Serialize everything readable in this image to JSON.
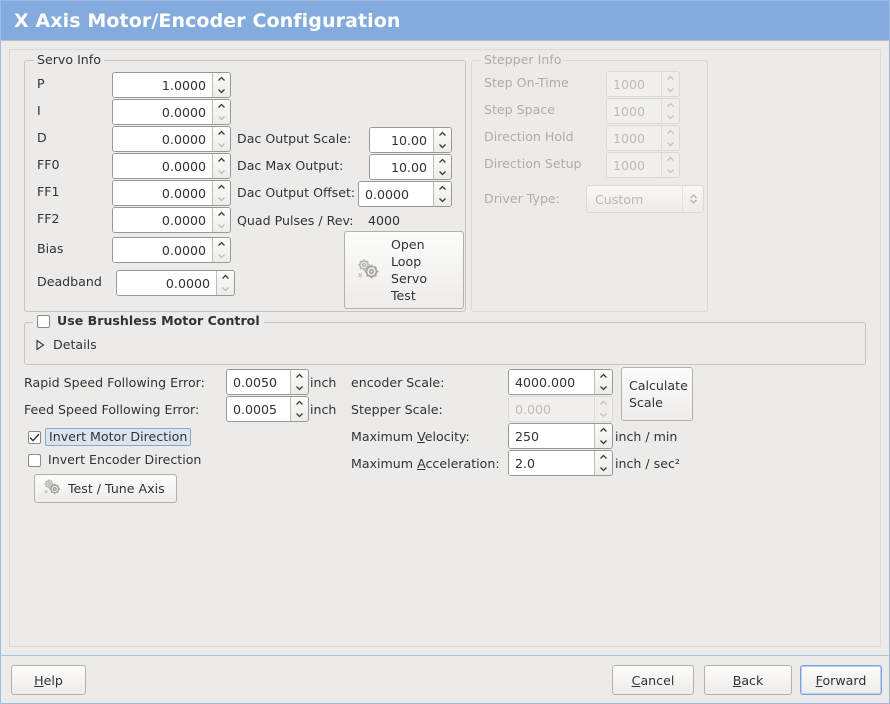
{
  "window": {
    "title": "X Axis Motor/Encoder Configuration",
    "title_bar_color": "#83abdd",
    "background_color": "#edebe9"
  },
  "servo_info": {
    "legend": "Servo Info",
    "rows": [
      {
        "label": "P",
        "value": "1.0000"
      },
      {
        "label": "I",
        "value": "0.0000"
      },
      {
        "label": "D",
        "value": "0.0000"
      },
      {
        "label": "FF0",
        "value": "0.0000"
      },
      {
        "label": "FF1",
        "value": "0.0000"
      },
      {
        "label": "FF2",
        "value": "0.0000"
      },
      {
        "label": "Bias",
        "value": "0.0000"
      },
      {
        "label": "Deadband",
        "value": "0.0000"
      }
    ],
    "dac": [
      {
        "label": "Dac Output Scale:",
        "value": "10.00"
      },
      {
        "label": "Dac Max Output:",
        "value": "10.00"
      },
      {
        "label": "Dac Output Offset:",
        "value": "0.0000"
      }
    ],
    "quad_pulses_label": "Quad Pulses / Rev:",
    "quad_pulses_value": "4000",
    "open_loop_button": "Open\nLoop\nServo\nTest",
    "open_loop_lines": [
      "Open",
      "Loop",
      "Servo",
      "Test"
    ]
  },
  "stepper_info": {
    "legend": "Stepper Info",
    "enabled": false,
    "rows": [
      {
        "label": "Step On-Time",
        "value": "1000"
      },
      {
        "label": "Step Space",
        "value": "1000"
      },
      {
        "label": "Direction Hold",
        "value": "1000"
      },
      {
        "label": "Direction Setup",
        "value": "1000"
      }
    ],
    "driver_type_label": "Driver Type:",
    "driver_type_value": "Custom"
  },
  "brushless": {
    "checkbox_label": "Use Brushless Motor Control",
    "checked": false,
    "details_label": "Details",
    "details_expanded": false
  },
  "errors": {
    "rapid_label": "Rapid Speed Following Error:",
    "rapid_value": "0.0050",
    "rapid_unit": "inch",
    "feed_label": "Feed Speed Following Error:",
    "feed_value": "0.0005",
    "feed_unit": "inch"
  },
  "invert": {
    "motor_label": "Invert Motor Direction",
    "motor_checked": true,
    "motor_focused": true,
    "encoder_label": "Invert Encoder Direction",
    "encoder_checked": false
  },
  "test_tune_button": "Test / Tune Axis",
  "scale": {
    "encoder_label": "encoder Scale:",
    "encoder_value": "4000.000",
    "stepper_label": "Stepper Scale:",
    "stepper_value": "0.000",
    "stepper_enabled": false,
    "calculate_lines": [
      "Calculate",
      "Scale"
    ],
    "max_velocity_label_pre": "Maximum ",
    "max_velocity_label_key": "V",
    "max_velocity_label_post": "elocity:",
    "max_velocity_value": "250",
    "max_velocity_unit": "inch / min",
    "max_accel_label_pre": "Maximum ",
    "max_accel_label_key": "A",
    "max_accel_label_post": "cceleration:",
    "max_accel_value": "2.0",
    "max_accel_unit": "inch / sec²"
  },
  "actions": {
    "help_pre": "",
    "help_key": "H",
    "help_post": "elp",
    "cancel_pre": "",
    "cancel_key": "C",
    "cancel_post": "ancel",
    "back_pre": "",
    "back_key": "B",
    "back_post": "ack",
    "forward_pre": "",
    "forward_key": "F",
    "forward_post": "orward",
    "focused": "Forward"
  }
}
